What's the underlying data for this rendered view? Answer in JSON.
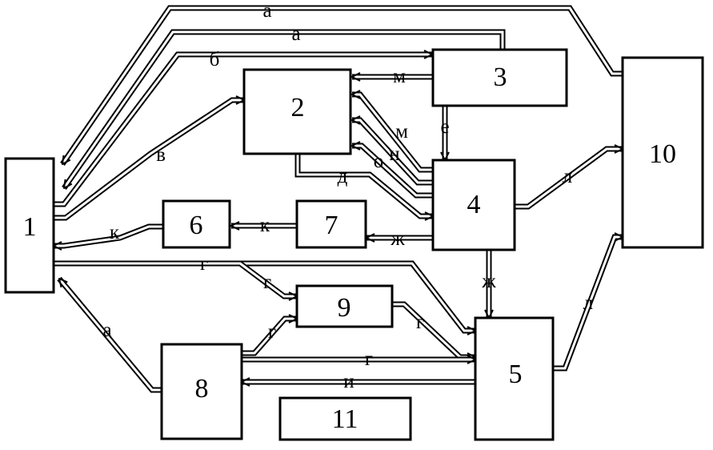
{
  "blocks": {
    "b1": "1",
    "b2": "2",
    "b3": "3",
    "b4": "4",
    "b5": "5",
    "b6": "6",
    "b7": "7",
    "b8": "8",
    "b9": "9",
    "b10": "10",
    "b11": "11"
  },
  "links": {
    "a_10_1": "а",
    "a_3_1": "а",
    "b_1_3": "б",
    "v_1_2": "в",
    "k_6_1": "к",
    "k_7_6": "к",
    "m_3_2": "м",
    "e_3_4": "е",
    "m_4_2": "м",
    "n_4_2": "н",
    "o_4_2": "о",
    "d_2_4": "д",
    "zh_4_7": "ж",
    "l_4_10": "л",
    "zh_4_5": "ж",
    "g_1_5": "г",
    "g_1_9": "г",
    "g_8_9": "г",
    "g_9_5": "г",
    "g_8_5": "г",
    "i_5_8": "и",
    "a_8_1": "а",
    "l_5_10": "л"
  }
}
